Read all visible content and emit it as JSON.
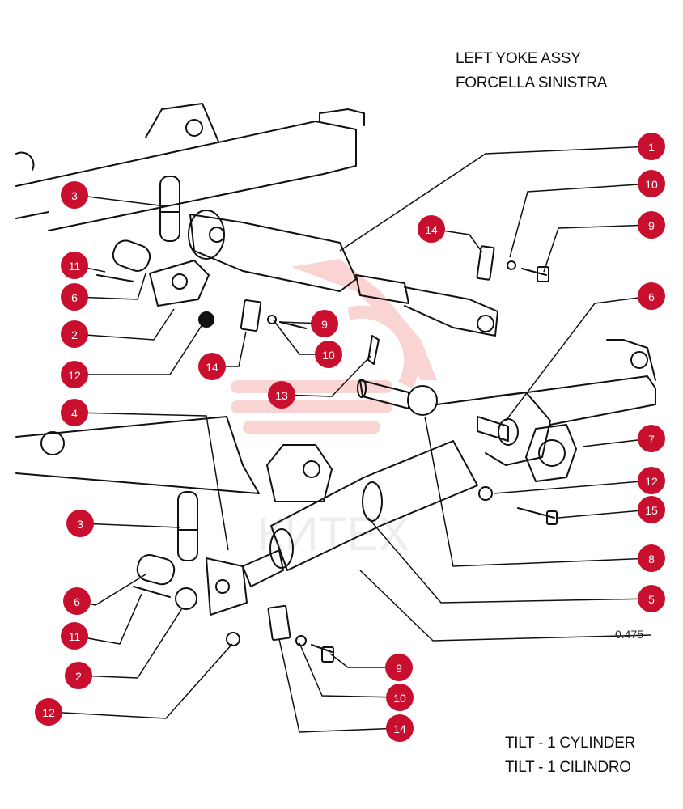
{
  "header": {
    "title_line1": "LEFT YOKE ASSY",
    "title_line2": "FORCELLA SINISTRA"
  },
  "footer": {
    "title_line1": "TILT - 1 CYLINDER",
    "title_line2": "TILT - 1 CILINDRO"
  },
  "drawing_ref": "0.475",
  "watermark_text": "КИТЕХ",
  "colors": {
    "callout": "#c8102e",
    "line": "#111111",
    "watermark": "#f3a9a9"
  },
  "callouts": [
    {
      "id": "c1",
      "label": "1"
    },
    {
      "id": "c10a",
      "label": "10"
    },
    {
      "id": "c9a",
      "label": "9"
    },
    {
      "id": "c14a",
      "label": "14"
    },
    {
      "id": "c3a",
      "label": "3"
    },
    {
      "id": "c11a",
      "label": "11"
    },
    {
      "id": "c6a",
      "label": "6"
    },
    {
      "id": "c2a",
      "label": "2"
    },
    {
      "id": "c12a",
      "label": "12"
    },
    {
      "id": "c9b",
      "label": "9"
    },
    {
      "id": "c10b",
      "label": "10"
    },
    {
      "id": "c14b",
      "label": "14"
    },
    {
      "id": "c13",
      "label": "13"
    },
    {
      "id": "c6b",
      "label": "6"
    },
    {
      "id": "c4",
      "label": "4"
    },
    {
      "id": "c7",
      "label": "7"
    },
    {
      "id": "c12b",
      "label": "12"
    },
    {
      "id": "c15",
      "label": "15"
    },
    {
      "id": "c3b",
      "label": "3"
    },
    {
      "id": "c8",
      "label": "8"
    },
    {
      "id": "c5",
      "label": "5"
    },
    {
      "id": "c6c",
      "label": "6"
    },
    {
      "id": "c11b",
      "label": "11"
    },
    {
      "id": "c2b",
      "label": "2"
    },
    {
      "id": "c9c",
      "label": "9"
    },
    {
      "id": "c10c",
      "label": "10"
    },
    {
      "id": "c12c",
      "label": "12"
    },
    {
      "id": "c14c",
      "label": "14"
    }
  ]
}
